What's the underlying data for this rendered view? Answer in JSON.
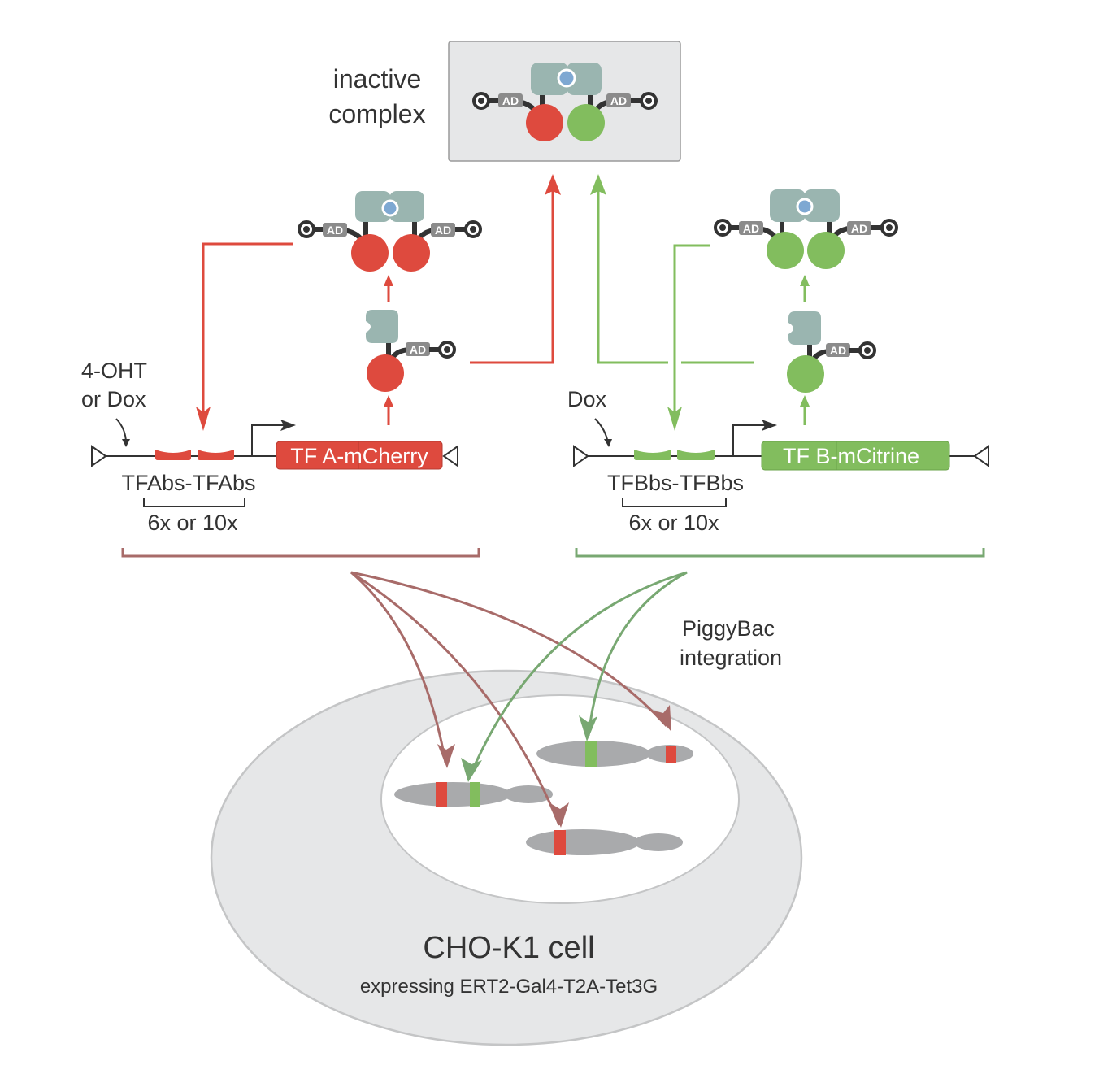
{
  "colors": {
    "red": "#de4a3e",
    "green": "#82bd5e",
    "red_muted": "#a86b69",
    "green_muted": "#78a872",
    "ligand_domain": "#9ab5b0",
    "ligand": "#7ea8d2",
    "ad_box": "#8b8b8b",
    "chromosome": "#a9aaac",
    "cell": "#e6e7e8",
    "nucleus": "#ffffff",
    "dark": "#333333"
  },
  "inactive_complex": {
    "label_line1": "inactive",
    "label_line2": "complex"
  },
  "domains": {
    "activation_domain": "AD"
  },
  "construct_a": {
    "inducer_line1": "4-OHT",
    "inducer_line2": "or Dox",
    "binding_sites": "TFAbs-TFAbs",
    "repeat": "6x or 10x",
    "gene": "TF A-mCherry"
  },
  "construct_b": {
    "inducer": "Dox",
    "binding_sites": "TFBbs-TFBbs",
    "repeat": "6x or 10x",
    "gene": "TF B-mCitrine"
  },
  "integration": {
    "line1": "PiggyBac",
    "line2": "integration"
  },
  "cell": {
    "name": "CHO-K1 cell",
    "description": "expressing ERT2-Gal4-T2A-Tet3G"
  }
}
